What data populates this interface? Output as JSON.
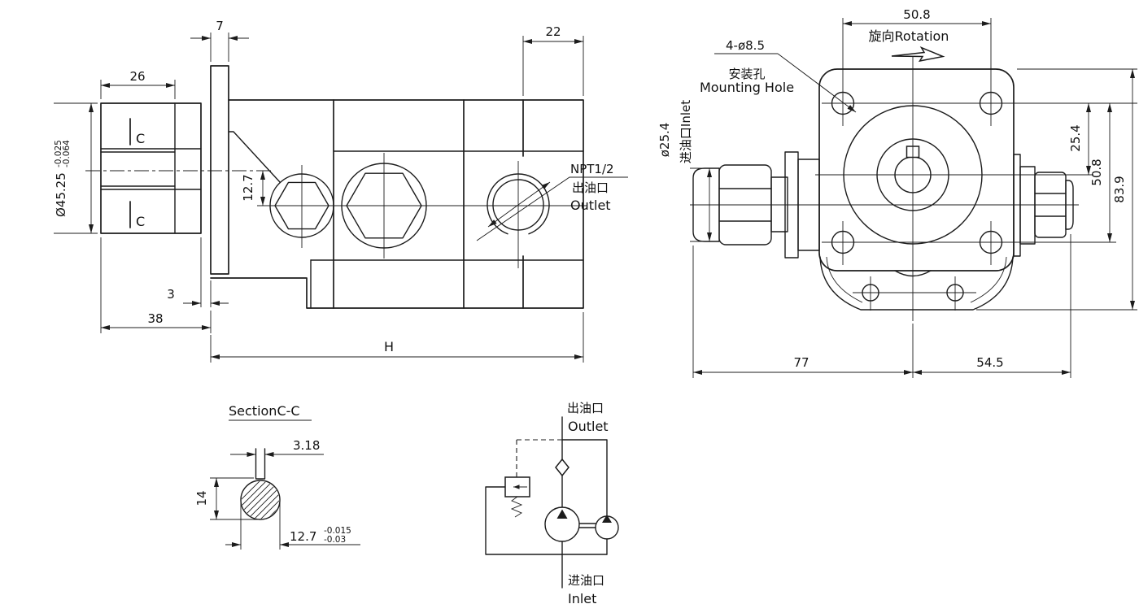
{
  "side_view": {
    "dim_26": "26",
    "dim_7": "7",
    "dim_22": "22",
    "dim_12_7": "12.7",
    "dim_3": "3",
    "dim_38": "38",
    "dim_H": "H",
    "shaft_dia": "Ø45.25",
    "shaft_tol_up": "-0.025",
    "shaft_tol_lo": "-0.064",
    "section_mark_top": "C",
    "section_mark_bottom": "C",
    "outlet_thread": "NPT1/2",
    "outlet_cn": "出油口",
    "outlet_en": "Outlet"
  },
  "front_view": {
    "dim_50_8_top": "50.8",
    "dim_25_4": "25.4",
    "dim_50_8_right": "50.8",
    "dim_83_9": "83.9",
    "dim_77": "77",
    "dim_54_5": "54.5",
    "rotation_label": "旋向Rotation",
    "mount_callout": "4-ø8.5",
    "mount_cn": "安装孔",
    "mount_en": "Mounting Hole",
    "inlet_dia": "ø25.4",
    "inlet_label": "进油口Inlet"
  },
  "section_view": {
    "title": "SectionC-C",
    "dim_key_w": "3.18",
    "dim_14": "14",
    "dim_12_7": "12.7",
    "tol_up": "-0.015",
    "tol_lo": "-0.03"
  },
  "schematic": {
    "outlet_cn": "出油口",
    "outlet_en": "Outlet",
    "inlet_cn": "进油口",
    "inlet_en": "Inlet"
  }
}
